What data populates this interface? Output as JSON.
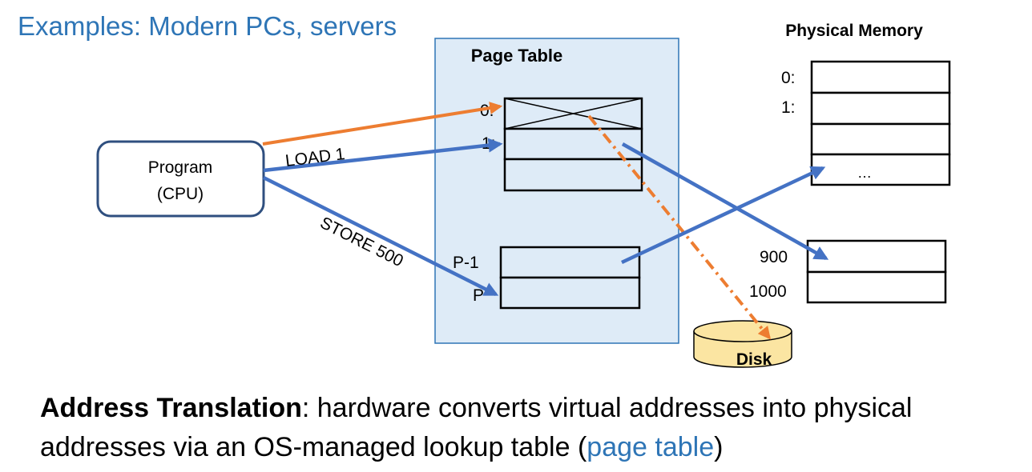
{
  "heading": "Examples: Modern PCs, servers",
  "program": {
    "line1": "Program",
    "line2": "(CPU)"
  },
  "page_table": {
    "title": "Page Table",
    "row_labels": {
      "r0": "0:",
      "r1": "1:",
      "rp1": "P-1",
      "rp": "P"
    }
  },
  "physical_memory": {
    "title": "Physical Memory",
    "labels": {
      "m0": "0:",
      "m1": "1:",
      "ellipsis": "…",
      "m900": "900",
      "m1000": "1000"
    }
  },
  "disk": {
    "label": "Disk"
  },
  "instructions": {
    "load": "LOAD 1",
    "store": "STORE 500"
  },
  "caption": {
    "term": "Address Translation",
    "text": ": hardware converts virtual addresses into physical addresses via an OS-managed lookup table (",
    "link": "page table",
    "tail": ")"
  },
  "colors": {
    "blue_arrow": "#4472c4",
    "orange_arrow": "#ed7d31",
    "table_fill": "#deebf7",
    "disk_fill": "#fbe5a2",
    "heading": "#2e75b6"
  }
}
